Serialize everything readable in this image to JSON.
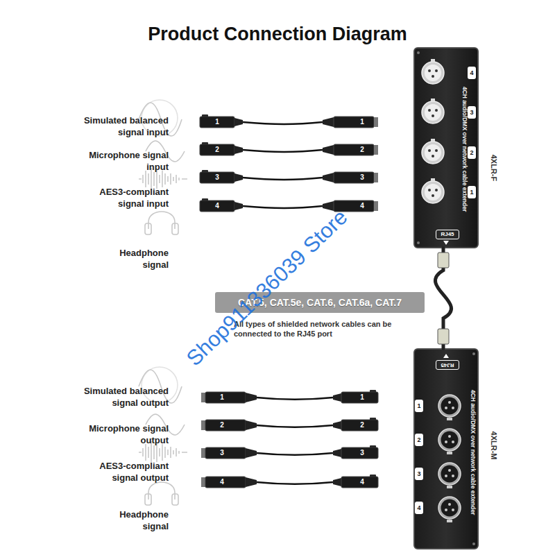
{
  "diagram": {
    "title": "Product Connection Diagram",
    "nodes": [
      {
        "text": [
          "4CH audio/DMX over network cable extender",
          "RJ45",
          "4XLR-F"
        ]
      },
      {
        "text": [
          "CAT.5, CAT.5e, CAT.6, CAT.6a, CAT.7"
        ]
      },
      {
        "text": [
          "RJ45",
          "4CH audio/DMX over network cable extender",
          "4XLR-M"
        ]
      }
    ],
    "edges": [
      {
        "from": 0,
        "to": 2,
        "arrow": "none"
      }
    ],
    "labels": [
      "Simulated balanced signal input",
      "Microphone signal input",
      "AES3-compliant signal input",
      "Headphone signal",
      "1",
      "1",
      "2",
      "2",
      "3",
      "3",
      "4",
      "4",
      "4",
      "3",
      "2",
      "1",
      "All types of shielded network cables can be connected to the RJ45 port",
      "Simulated balanced signal output",
      "Microphone signal output",
      "AES3-compliant signal output",
      "Headphone signal",
      "1",
      "1",
      "2",
      "2",
      "3",
      "3",
      "4",
      "4",
      "1",
      "2",
      "3",
      "4",
      "Shop911336039 Store"
    ]
  }
}
